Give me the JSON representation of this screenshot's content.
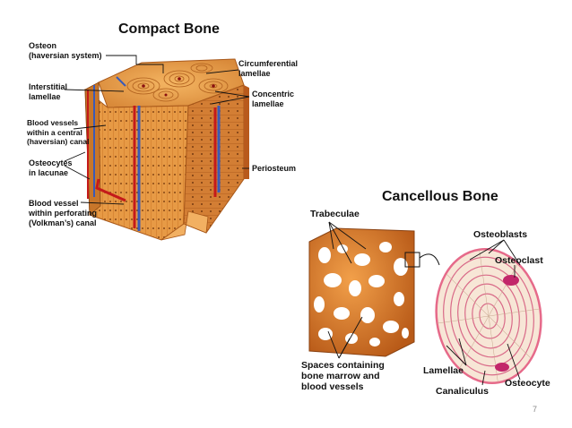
{
  "compact": {
    "title": "Compact Bone",
    "labels": {
      "osteon": "Osteon\n(haversian system)",
      "interstitial": "Interstitial\nlamellae",
      "blood_central": "Blood vessels\nwithin a central\n(haversian) canal",
      "osteocytes": "Osteocytes\nin lacunae",
      "blood_volkman": "Blood vessel\nwithin perforating\n(Volkman’s) canal",
      "circumferential": "Circumferential\nlamellae",
      "concentric": "Concentric\nlamellae",
      "periosteum": "Periosteum"
    }
  },
  "cancellous": {
    "title": "Cancellous Bone",
    "labels": {
      "trabeculae": "Trabeculae",
      "spaces": "Spaces containing\nbone marrow and\nblood vessels",
      "osteoblasts": "Osteoblasts",
      "osteoclast": "Osteoclast",
      "lamellae": "Lamellae",
      "canaliculus": "Canaliculus",
      "osteocyte": "Osteocyte"
    }
  },
  "page_number": "7",
  "colors": {
    "bone": "#e8a04a",
    "bone_dark": "#c46a1c",
    "blood_red": "#c41a1a",
    "blood_blue": "#3a5ab8",
    "osteon_pink": "#e66a8a"
  }
}
